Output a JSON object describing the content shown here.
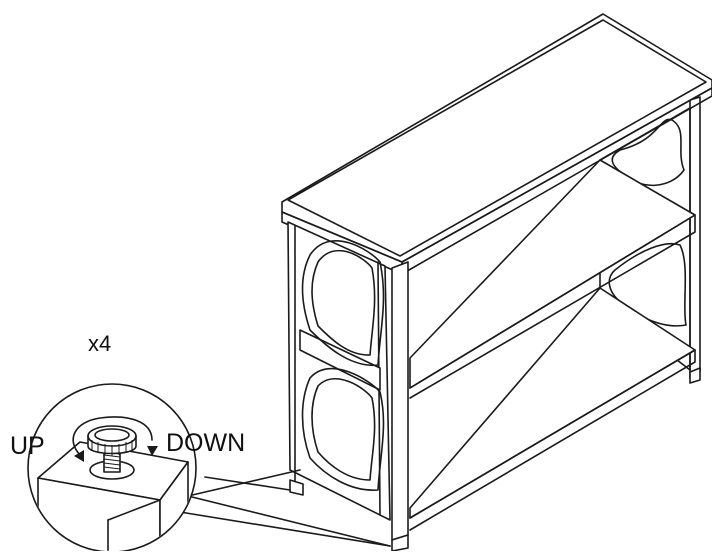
{
  "diagram": {
    "quantity_label": "x4",
    "up_label": "UP",
    "down_label": "DOWN"
  },
  "colors": {
    "line": "#1a1a1a",
    "background": "#ffffff"
  },
  "icons": {
    "leveler": "leveling-foot-icon",
    "rotate": "rotate-arrows-icon"
  }
}
